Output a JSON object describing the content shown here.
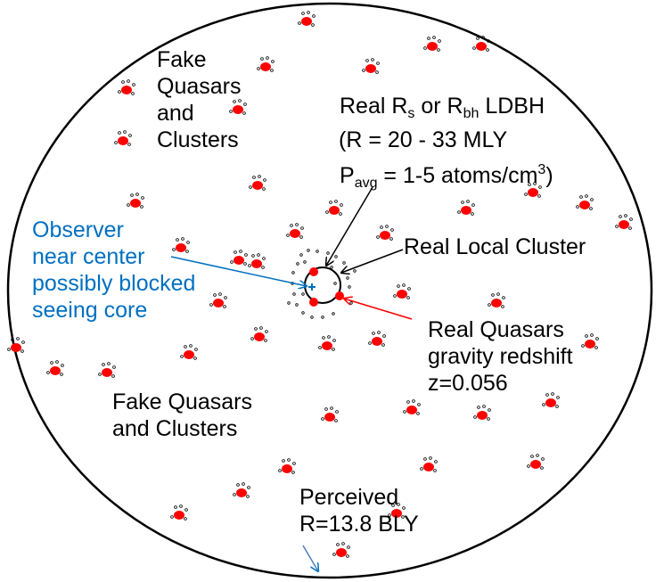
{
  "colors": {
    "background": "#ffffff",
    "ink": "#000000",
    "quasar": "#ff0000",
    "observer": "#0070c0",
    "real_quasar_arrow": "#ff0000"
  },
  "labels": {
    "fake_top": [
      "Fake",
      "Quasars",
      "and",
      "Clusters"
    ],
    "real_rs": {
      "prefix": "Real R",
      "sub_s": "s",
      "middle": " or R",
      "sub_bh": "bh",
      "suffix": " LDBH"
    },
    "r_range": "(R = 20 - 33 MLY",
    "density": {
      "prefix": "P",
      "sub_avg": "avg",
      "middle": " = 1-5 atoms/cm",
      "sup_3": "3",
      "suffix": ")"
    },
    "local_cluster": "Real Local Cluster",
    "observer": [
      "Observer",
      "near center",
      "possibly blocked",
      "seeing core"
    ],
    "real_quasars": [
      "Real Quasars",
      "gravity redshift",
      "z=0.056"
    ],
    "fake_bottom": [
      "Fake Quasars",
      "and Clusters"
    ],
    "perceived": [
      "Perceived",
      "R=13.8 BLY"
    ]
  }
}
